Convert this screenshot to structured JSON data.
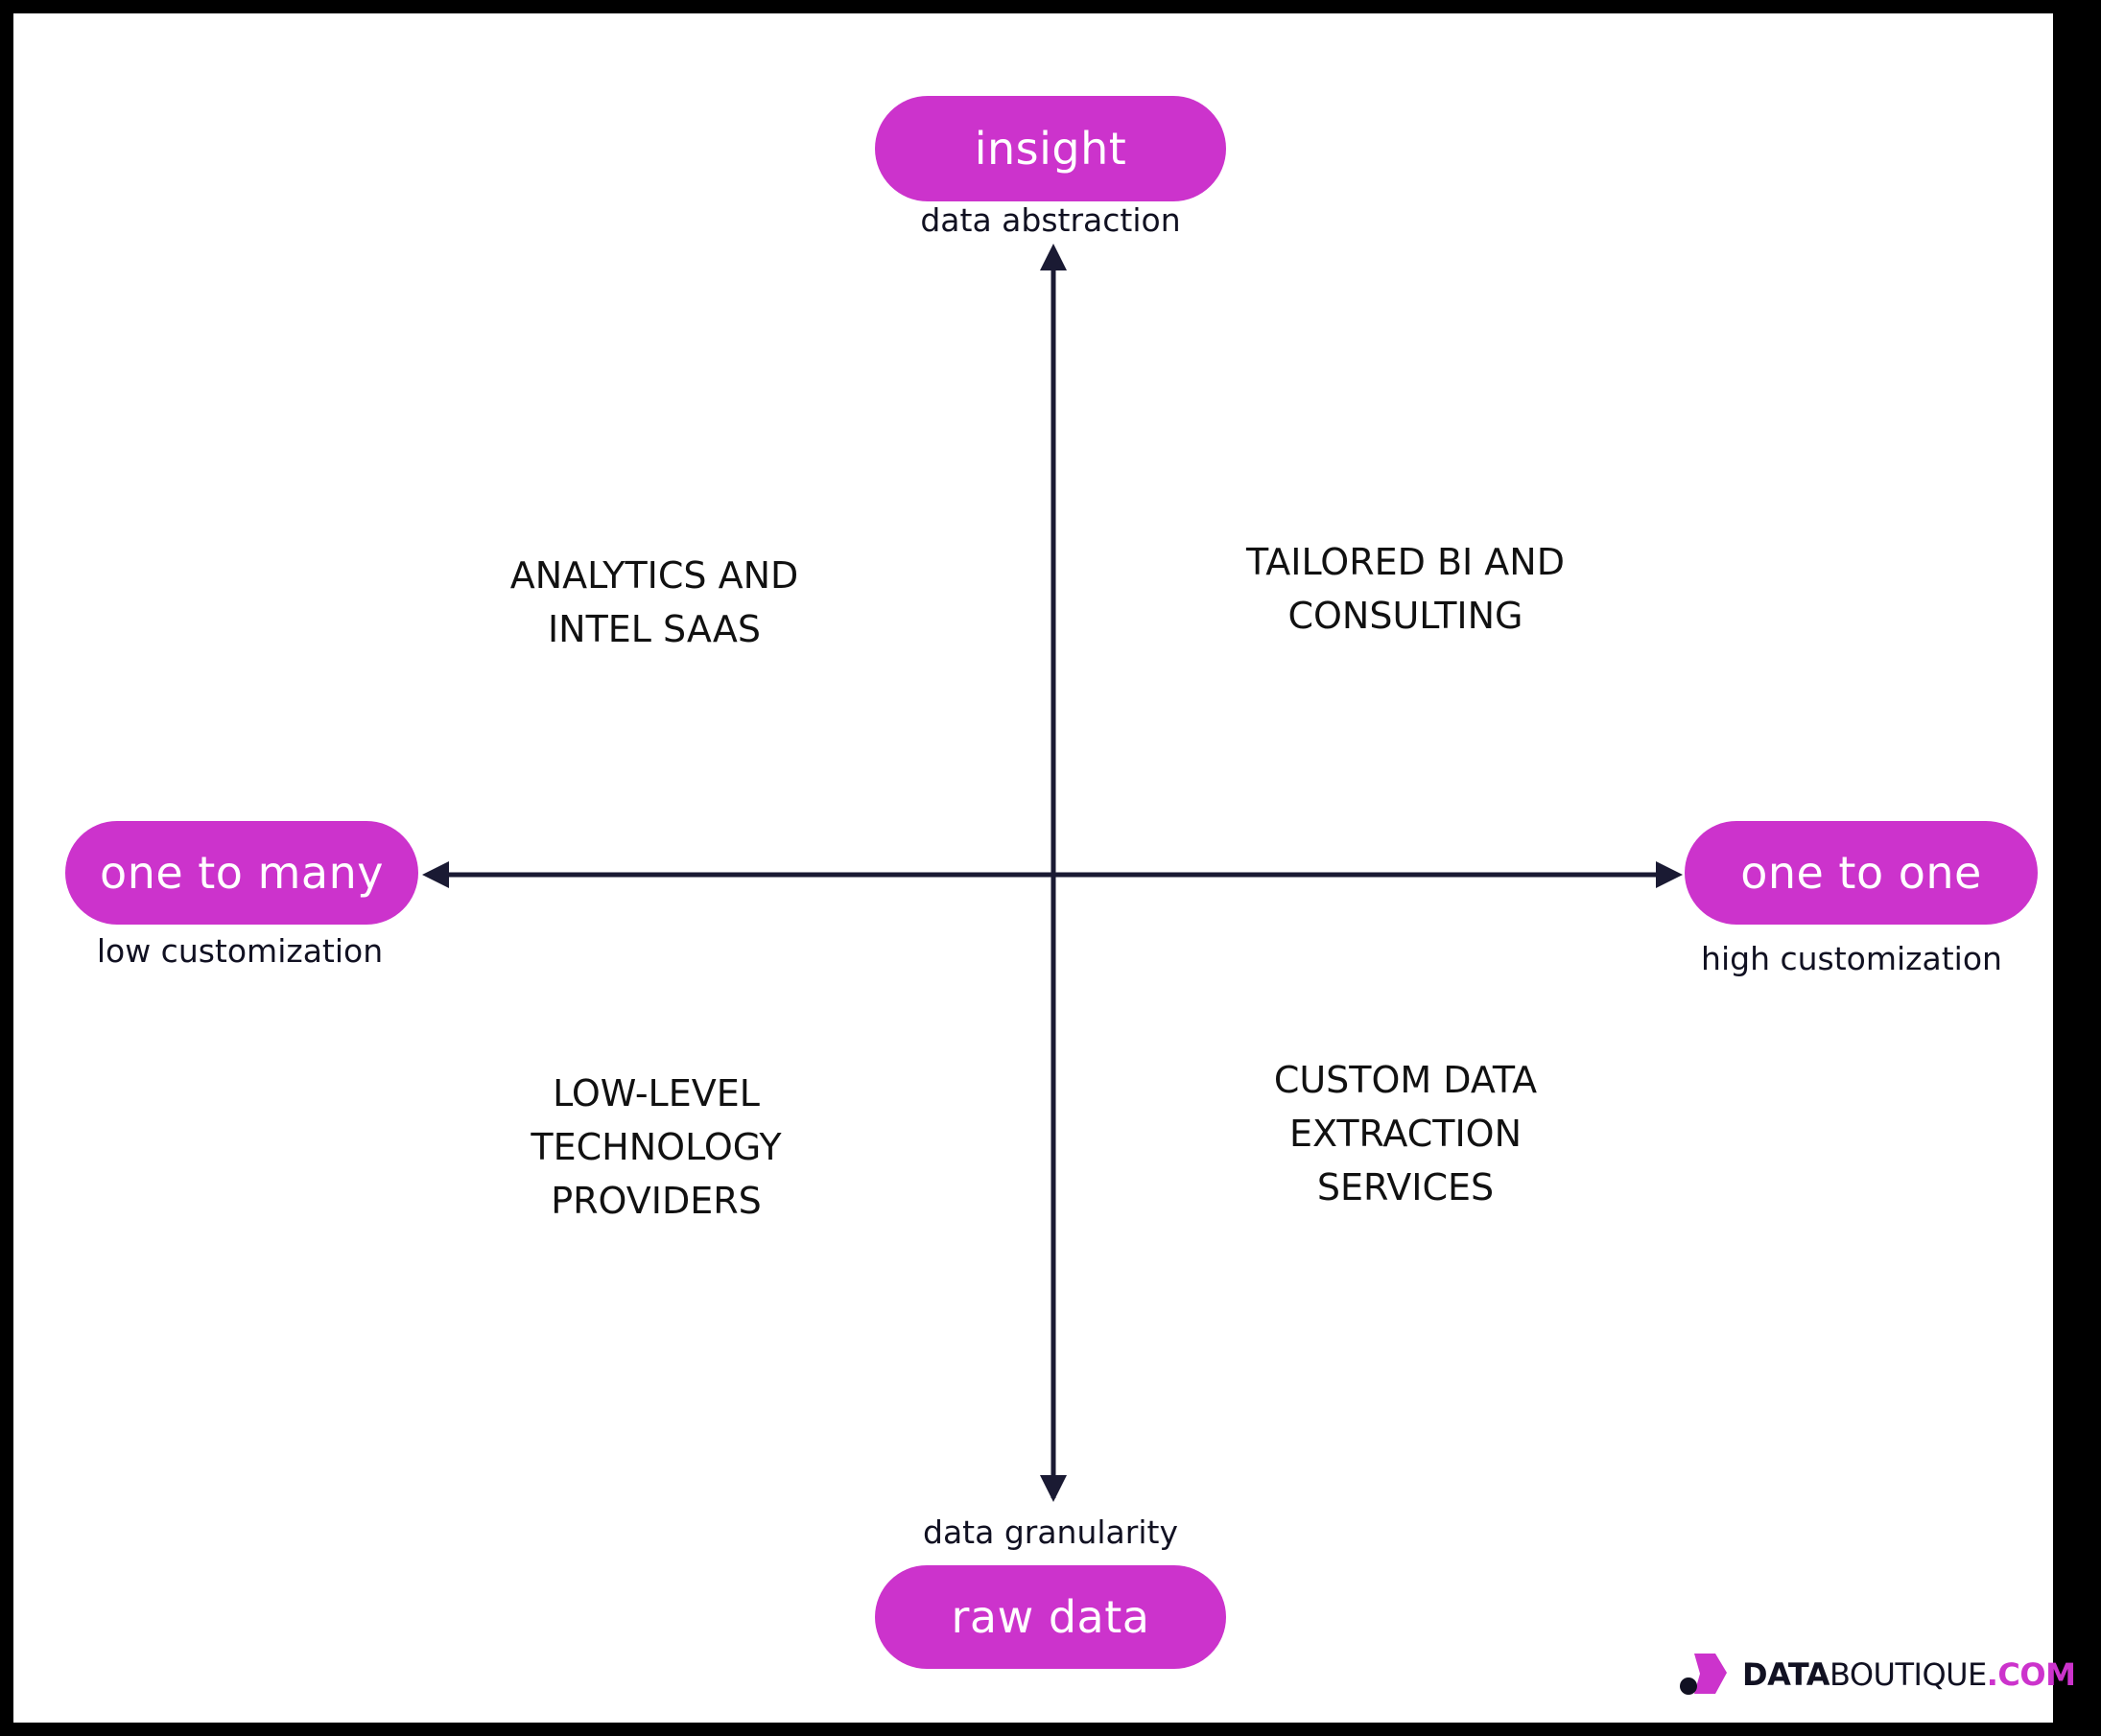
{
  "colors": {
    "accent": "#cc33cc",
    "axis": "#1a1a33",
    "frame": "#000000",
    "background": "#ffffff"
  },
  "axes": {
    "top": {
      "label": "insight",
      "sublabel": "data abstraction"
    },
    "bottom": {
      "label": "raw data",
      "sublabel": "data granularity"
    },
    "left": {
      "label": "one to many",
      "sublabel": "low customization"
    },
    "right": {
      "label": "one to one",
      "sublabel": "high customization"
    }
  },
  "quadrants": {
    "top_left": "ANALYTICS AND\nINTEL SAAS",
    "top_right": "TAILORED BI AND\nCONSULTING",
    "bottom_left": "LOW-LEVEL\nTECHNOLOGY\nPROVIDERS",
    "bottom_right": "CUSTOM DATA\nEXTRACTION\nSERVICES"
  },
  "brand": {
    "part1": "DATA",
    "part2": "BOUTIQUE",
    "part3": ".COM",
    "icon": "databoutique-logo-icon"
  }
}
